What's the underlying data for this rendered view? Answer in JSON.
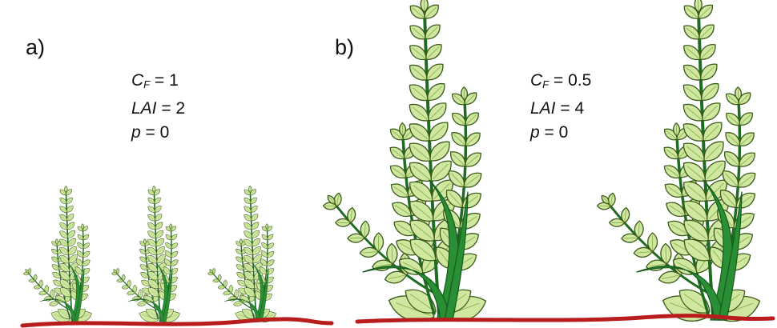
{
  "panels": [
    {
      "label": "a)",
      "params": [
        {
          "sym": "C",
          "sub": "F",
          "eq": "= 1"
        },
        {
          "sym": "LAI",
          "sub": "",
          "eq": "= 2"
        },
        {
          "sym": "p",
          "sub": "",
          "eq": "= 0"
        }
      ]
    },
    {
      "label": "b)",
      "params": [
        {
          "sym": "C",
          "sub": "F",
          "eq": "= 0.5"
        },
        {
          "sym": "LAI",
          "sub": "",
          "eq": "= 4"
        },
        {
          "sym": "p",
          "sub": "",
          "eq": "= 0"
        }
      ]
    }
  ],
  "colors": {
    "soil": "#b81c1c",
    "leaf_fill": "#cfe7a0",
    "leaf_stroke": "#3a5a18",
    "stem": "#2e8b2e",
    "stem_dark": "#1f6b22",
    "blade": "#2a8f34"
  },
  "icons": [
    "plant-icon",
    "soil-line"
  ]
}
